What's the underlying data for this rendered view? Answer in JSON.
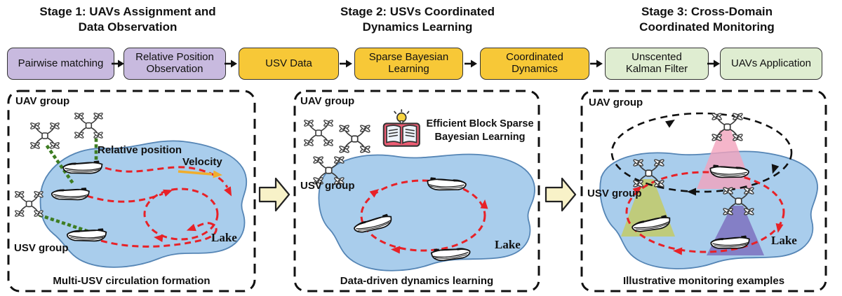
{
  "stage_titles": [
    {
      "text": "Stage 1: UAVs Assignment and\nData Observation"
    },
    {
      "text": "Stage 2: USVs Coordinated\nDynamics Learning"
    },
    {
      "text": "Stage 3: Cross-Domain\nCoordinated Monitoring"
    }
  ],
  "flow": {
    "boxes": [
      {
        "label": "Pairwise matching",
        "color": "#c8badf"
      },
      {
        "label": "Relative Position\nObservation",
        "color": "#c8badf"
      },
      {
        "label": "USV Data",
        "color": "#f7c837"
      },
      {
        "label": "Sparse Bayesian\nLearning",
        "color": "#f7c837"
      },
      {
        "label": "Coordinated\nDynamics",
        "color": "#f7c837"
      },
      {
        "label": "Unscented\nKalman Filter",
        "color": "#dfedd1"
      },
      {
        "label": "UAVs Application",
        "color": "#dfedd1"
      }
    ]
  },
  "panels": [
    {
      "uav_group": "UAV group",
      "usv_group": "USV group",
      "relative_position": "Relative position",
      "velocity": "Velocity",
      "lake": "Lake",
      "caption": "Multi-USV circulation formation"
    },
    {
      "uav_group": "UAV group",
      "usv_group": "USV group",
      "annotation": "Efficient Block Sparse\nBayesian Learning",
      "lake": "Lake",
      "caption": "Data-driven dynamics learning"
    },
    {
      "uav_group": "UAV group",
      "usv_group": "USV group",
      "lake": "Lake",
      "caption": "Illustrative monitoring examples"
    }
  ],
  "icons": {
    "drone": "quadcopter-drone-icon",
    "boat": "usv-boat-icon",
    "book": "learning-book-bulb-icon",
    "block_arrow": "stage-transition-arrow-icon"
  },
  "colors": {
    "purple_box": "#c8badf",
    "yellow_box": "#f7c837",
    "green_box": "#dfedd1",
    "lake_fill": "#a9cdec",
    "lake_stroke": "#5585b5",
    "red_path": "#e82127",
    "black_path": "#111111",
    "green_dotted_link": "#3e7d22",
    "velocity_arrow": "#f0ad2d",
    "block_arrow_fill": "#f8f2c8",
    "cone_pink": "#f2a3bd",
    "cone_olive": "#c3ca67",
    "cone_purple": "#7b6cbd"
  }
}
